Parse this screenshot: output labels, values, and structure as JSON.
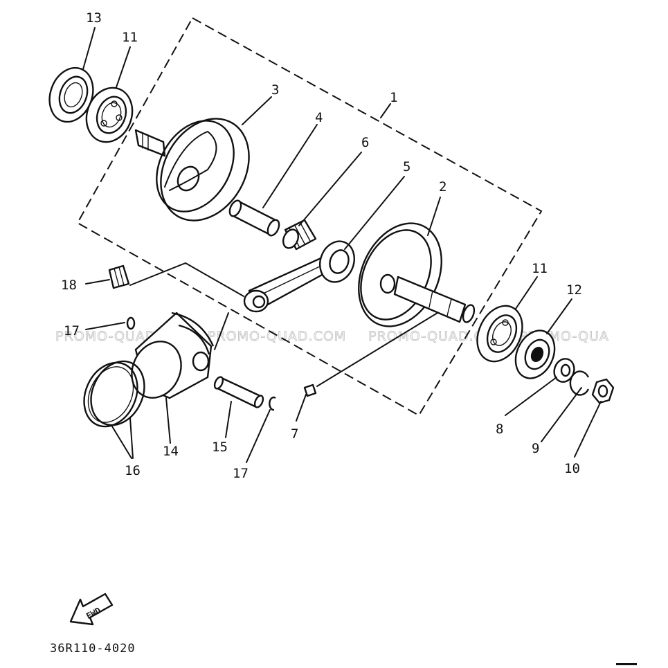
{
  "diagram": {
    "drawing_code": "36R110-4020",
    "fwd_label": "FWD",
    "watermarks": [
      "PROMO-QUAD.COM",
      "PROMO-QUAD.COM",
      "PROMO-QUAD.COM",
      "PROMO-QUA"
    ],
    "callouts": [
      "1",
      "2",
      "3",
      "4",
      "5",
      "6",
      "7",
      "8",
      "9",
      "10",
      "11",
      "11",
      "12",
      "13",
      "14",
      "15",
      "16",
      "17",
      "17",
      "18"
    ]
  }
}
